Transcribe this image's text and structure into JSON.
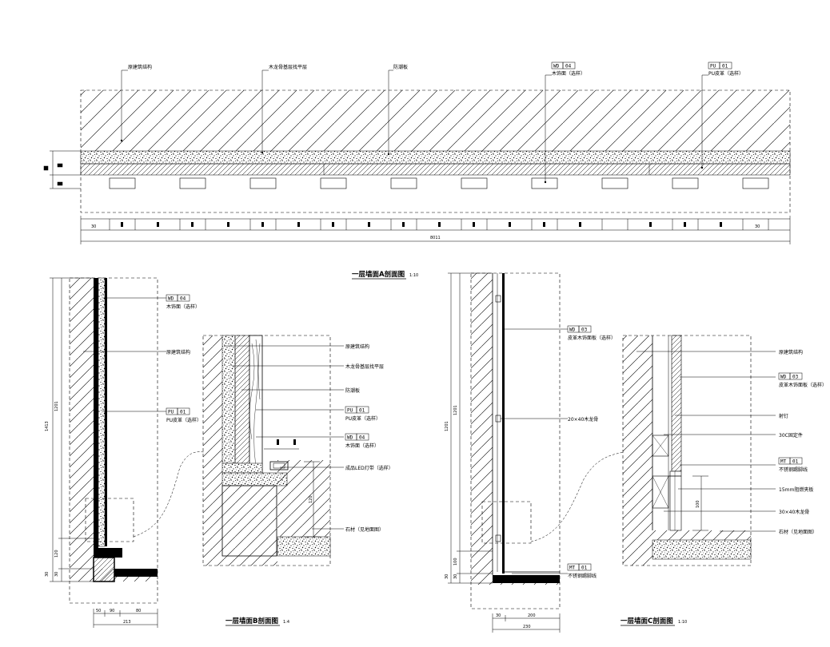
{
  "top_section": {
    "title": "一层墙面A剖面图",
    "scale": "1:10",
    "labels": {
      "structure": "原建筑结构",
      "base": "木龙骨基层找平层",
      "board": "防潮板",
      "wd_code": "WD",
      "wd_num": "04",
      "wd_text": "木饰面（选样）",
      "pu_code": "PU",
      "pu_num": "01",
      "pu_text": "PU皮革（选样）"
    },
    "overall_dim": "8011",
    "small_dims": [
      "30",
      "30"
    ]
  },
  "section_b": {
    "title": "一层墙面B剖面图",
    "scale": "1:4",
    "labels": {
      "wd_code": "WD",
      "wd_num": "04",
      "wd_text": "木饰面（选样）",
      "structure": "原建筑结构",
      "pu_code": "PU",
      "pu_num": "01",
      "pu_text": "PU皮革（选样）"
    },
    "detail_labels": {
      "structure": "原建筑结构",
      "base": "木龙骨基层找平层",
      "board": "防潮板",
      "pu_code": "PU",
      "pu_num": "01",
      "pu_text": "PU皮革（选样）",
      "wd_code": "WD",
      "wd_num": "04",
      "wd_text": "木饰面（选样）",
      "led": "成品LED灯带（选样）",
      "stone": "石材（见地面图）"
    },
    "dims_vertical": [
      "1413",
      "1201",
      "120",
      "30",
      "30"
    ],
    "dims_bottom": [
      "50",
      "90",
      "80",
      "213"
    ],
    "detail_dim": "120"
  },
  "section_c": {
    "title": "一层墙面C剖面图",
    "scale": "1:10",
    "labels": {
      "wd_code": "WD",
      "wd_num": "03",
      "wd_text": "皮革木饰面板（选样）",
      "cable": "20×40木龙骨",
      "mt_code": "MT",
      "mt_num": "01",
      "mt_text": "不锈钢踢脚线"
    },
    "detail_labels": {
      "structure": "原建筑结构",
      "wd_code": "WD",
      "wd_num": "03",
      "wd_text": "皮革木饰面板（选样）",
      "nail": "射钉",
      "corner": "30C固定件",
      "mt_code": "MT",
      "mt_num": "01",
      "mt_text": "不锈钢踢脚线",
      "board": "15mm阻燃夹板",
      "keel": "30×40木龙骨",
      "stone": "石材（见地面图）"
    },
    "dims_vertical": [
      "1201",
      "1201",
      "100",
      "30",
      "30"
    ],
    "dims_bottom": [
      "30",
      "200",
      "230"
    ],
    "detail_dim": "100"
  }
}
